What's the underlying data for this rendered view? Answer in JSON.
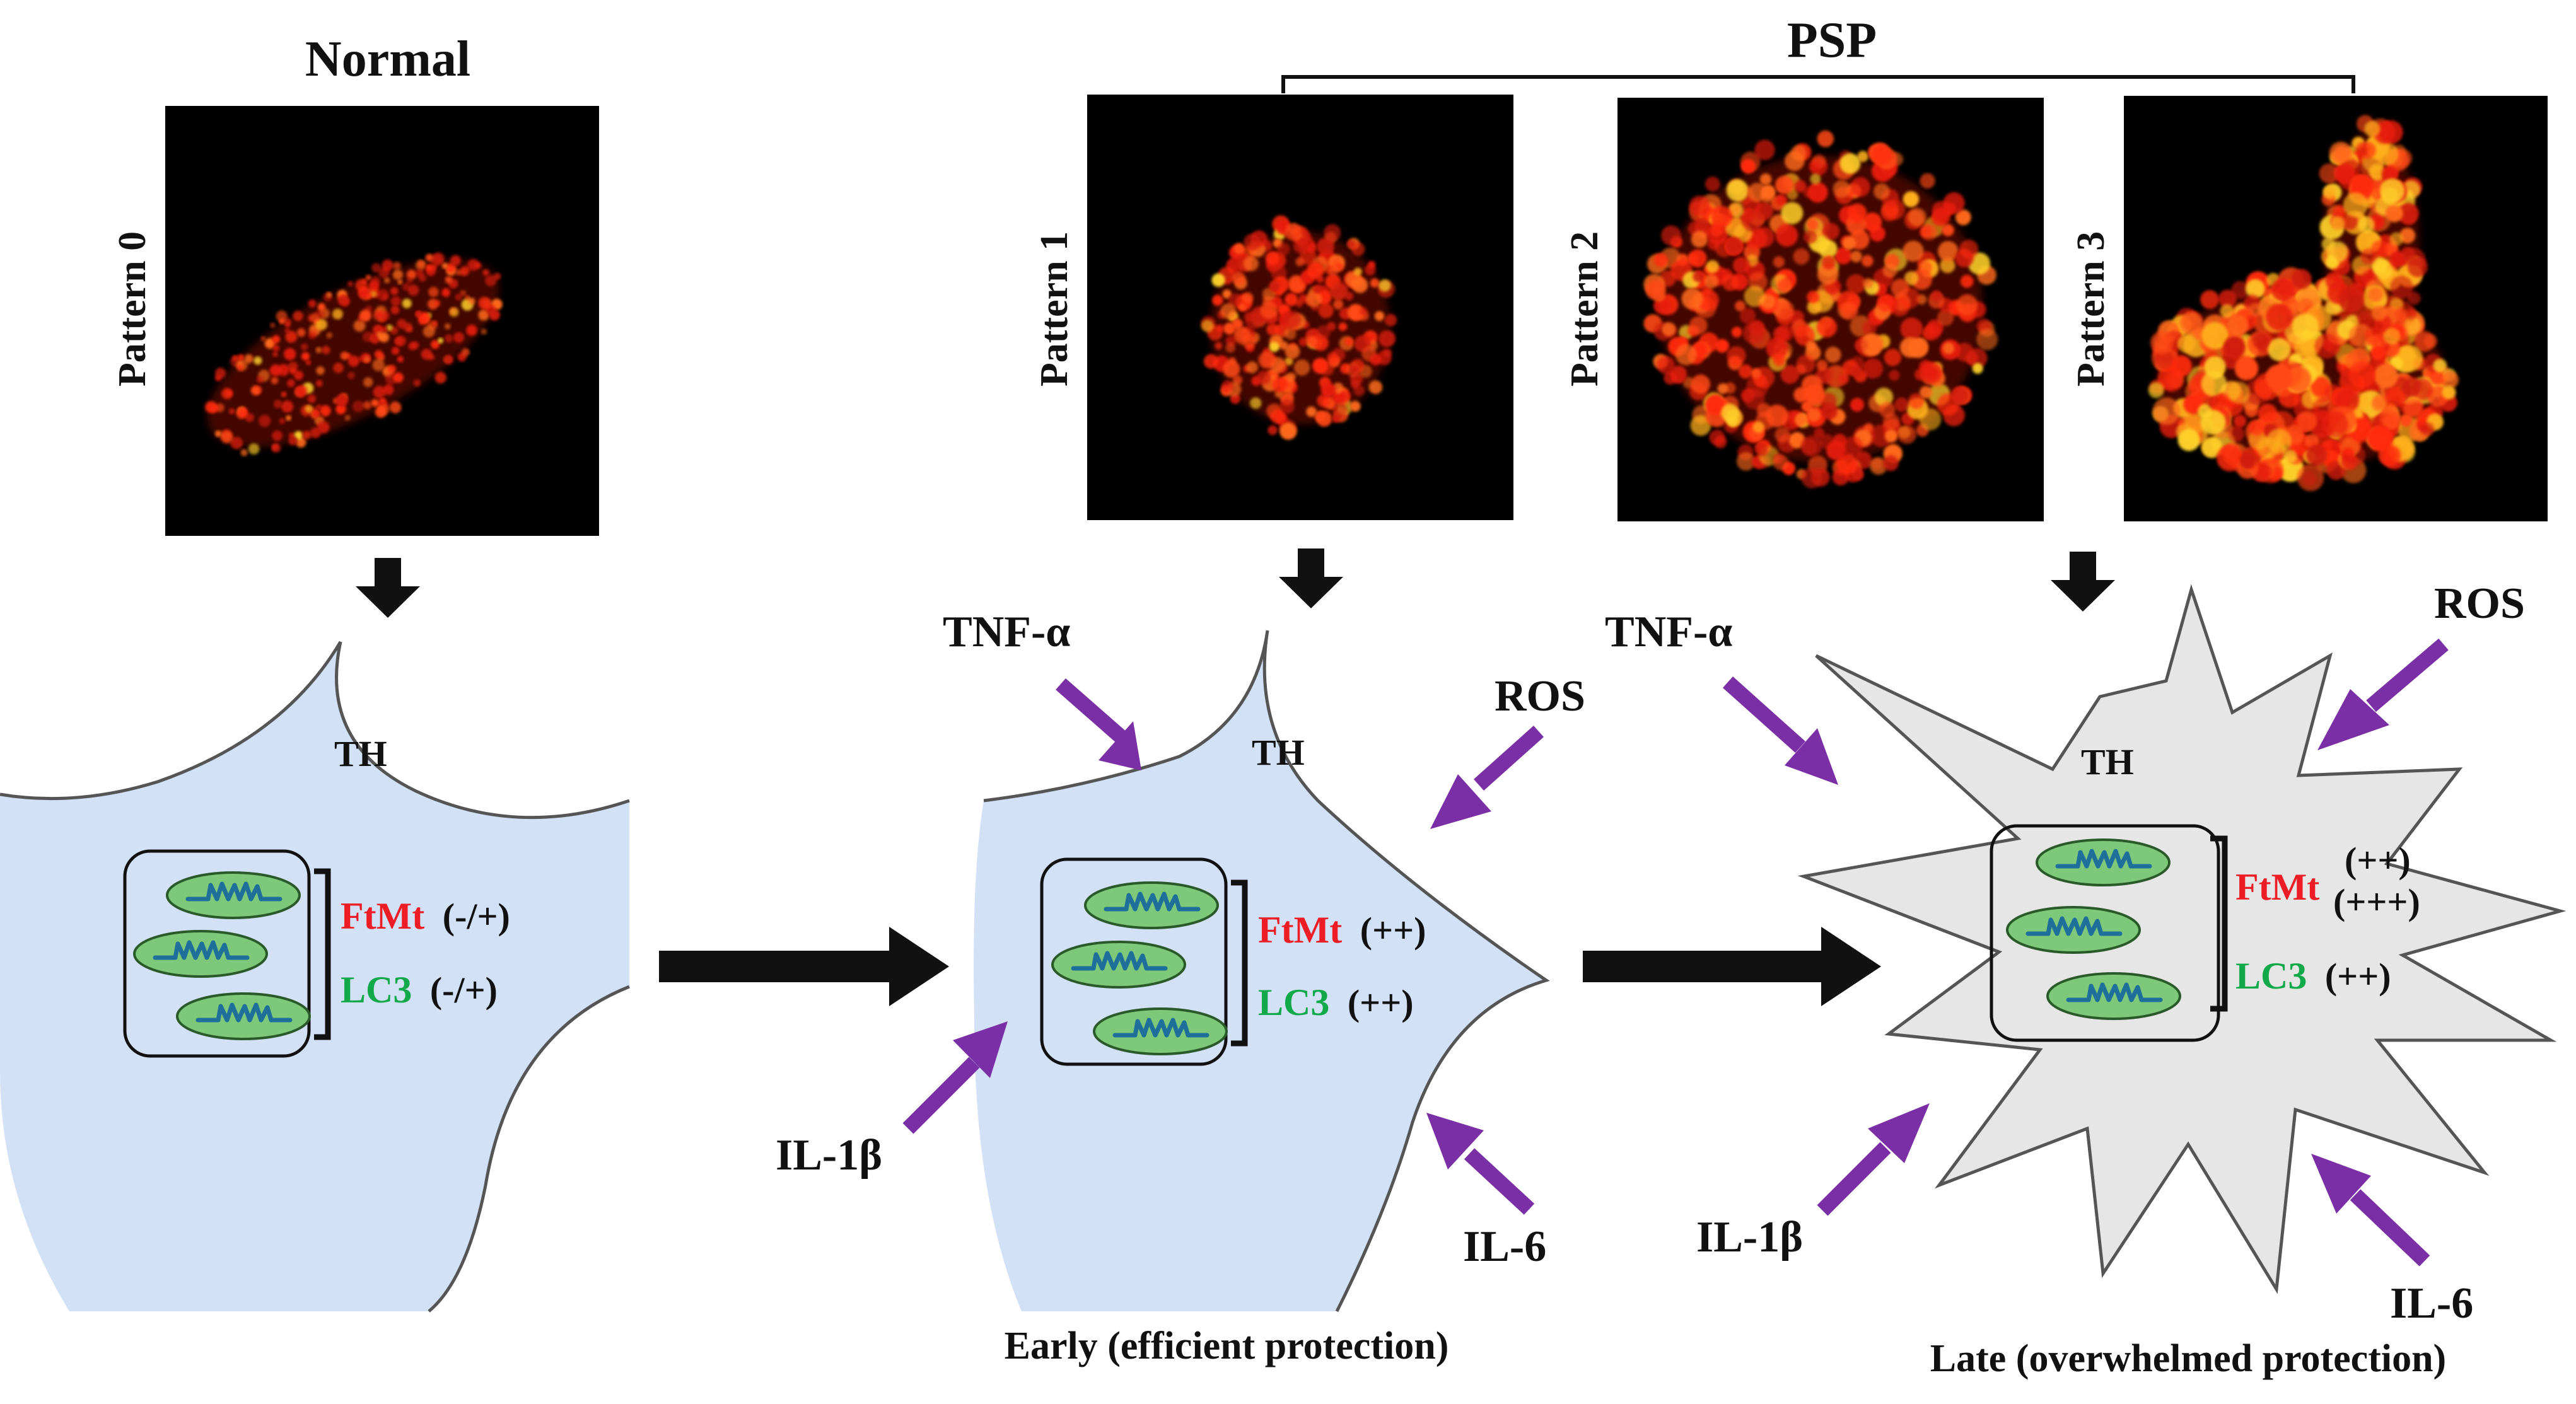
{
  "titles": {
    "normal": "Normal",
    "psp": "PSP"
  },
  "patterns": {
    "p0": "Pattern 0",
    "p1": "Pattern 1",
    "p2": "Pattern 2",
    "p3": "Pattern 3"
  },
  "markers": {
    "ftmt": "FtMt",
    "lc3": "LC3"
  },
  "cells": {
    "normal": {
      "th": "TH",
      "ftmt_level": "(-/+)",
      "lc3_level": "(-/+)"
    },
    "early": {
      "th": "TH",
      "ftmt_level": "(++)",
      "lc3_level": "(++)",
      "caption": "Early (efficient protection)",
      "tnf": "TNF-α",
      "ros": "ROS",
      "il1b": "IL-1β",
      "il6": "IL-6"
    },
    "late": {
      "th": "TH",
      "ftmt_level_1": "(++)",
      "ftmt_level_2": "(+++)",
      "lc3_level": "(++)",
      "caption": "Late (overwhelmed protection)",
      "tnf": "TNF-α",
      "ros": "ROS",
      "il1b": "IL-1β",
      "il6": "IL-6"
    }
  },
  "colors": {
    "ftmt": "#ee1c24",
    "lc3": "#12a94a",
    "arrow_purple": "#7b2fa6",
    "cell_blue": "#d3e1f7",
    "cell_gray": "#e6e6e6",
    "mito_green": "#7ec87a",
    "mito_crista": "#1e6f9a"
  }
}
